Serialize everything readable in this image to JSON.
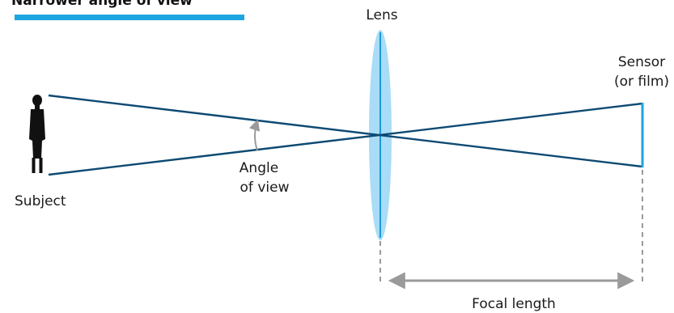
{
  "title": "Narrower angle of view",
  "labels": {
    "lens": "Lens",
    "sensor_line1": "Sensor",
    "sensor_line2": "(or film)",
    "subject": "Subject",
    "angle_line1": "Angle",
    "angle_line2": "of view",
    "focal_length": "Focal length"
  },
  "colors": {
    "ray": "#0d4a73",
    "accent": "#1ba6e0",
    "lens_fill": "#a9dcf6",
    "lens_axis": "#1b9ad6",
    "sensor": "#1ba6e0",
    "dimension": "#9a9a9a",
    "silhouette": "#111111"
  }
}
